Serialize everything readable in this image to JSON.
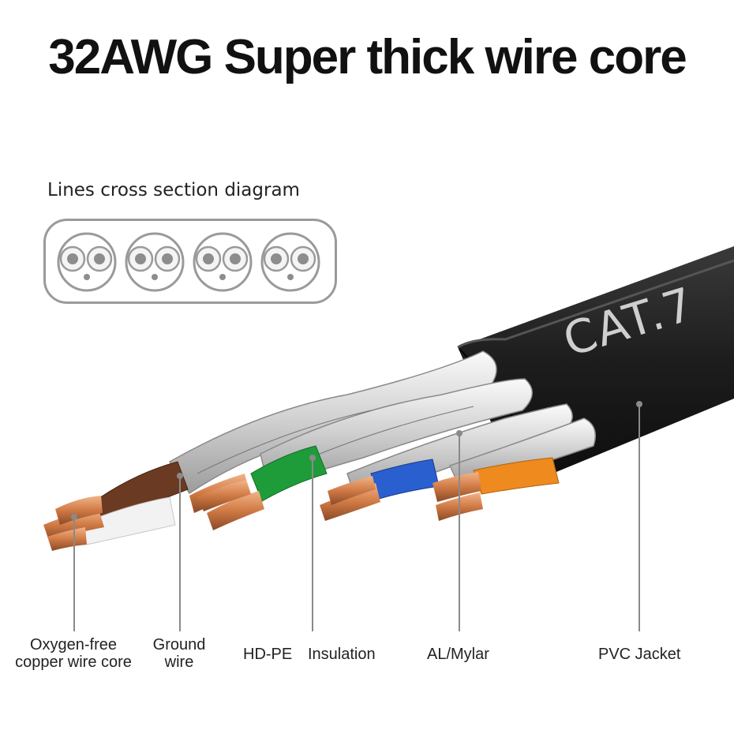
{
  "title": "32AWG Super thick wire core",
  "cross_section": {
    "caption": "Lines cross section diagram",
    "pair_count": 4
  },
  "cable": {
    "marking": "CAT.7",
    "jacket_color": "#2a2a2a",
    "pair_colors": [
      "#6b3a22",
      "#1f9c3a",
      "#2a5fd0",
      "#ef8a1f"
    ],
    "copper_color": "#d98a55"
  },
  "labels": {
    "copper": "Oxygen-free\ncopper wire core",
    "ground": "Ground\nwire",
    "hdpe": "HD-PE",
    "insulation": "Insulation",
    "mylar": "AL/Mylar",
    "jacket": "PVC Jacket"
  }
}
